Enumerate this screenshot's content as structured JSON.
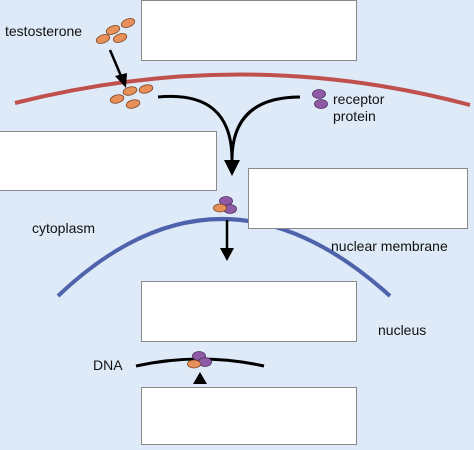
{
  "labels": {
    "testosterone": "testosterone",
    "receptor_line1": "receptor",
    "receptor_line2": "protein",
    "cytoplasm": "cytoplasm",
    "nuclear_membrane": "nuclear membrane",
    "nucleus": "nucleus",
    "dna": "DNA"
  },
  "answer_boxes": [
    "",
    "",
    "",
    "",
    ""
  ],
  "colors": {
    "background": "#deeaf7",
    "cell_membrane": "#c0504d",
    "nuclear_membrane": "#4f63ad",
    "testosterone": "#e8905a",
    "receptor": "#8e5aa6",
    "arrow": "#000000",
    "dna_strand": "#000000"
  }
}
